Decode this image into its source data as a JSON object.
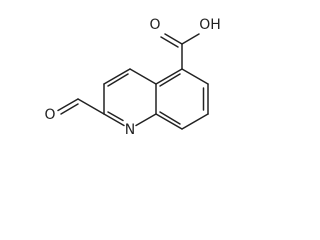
{
  "molecule": {
    "atom_labels": {
      "hydroxyl": "OH",
      "carboxyl_oxygen": "O",
      "aldehyde_oxygen": "O",
      "ring_nitrogen": "N"
    }
  }
}
